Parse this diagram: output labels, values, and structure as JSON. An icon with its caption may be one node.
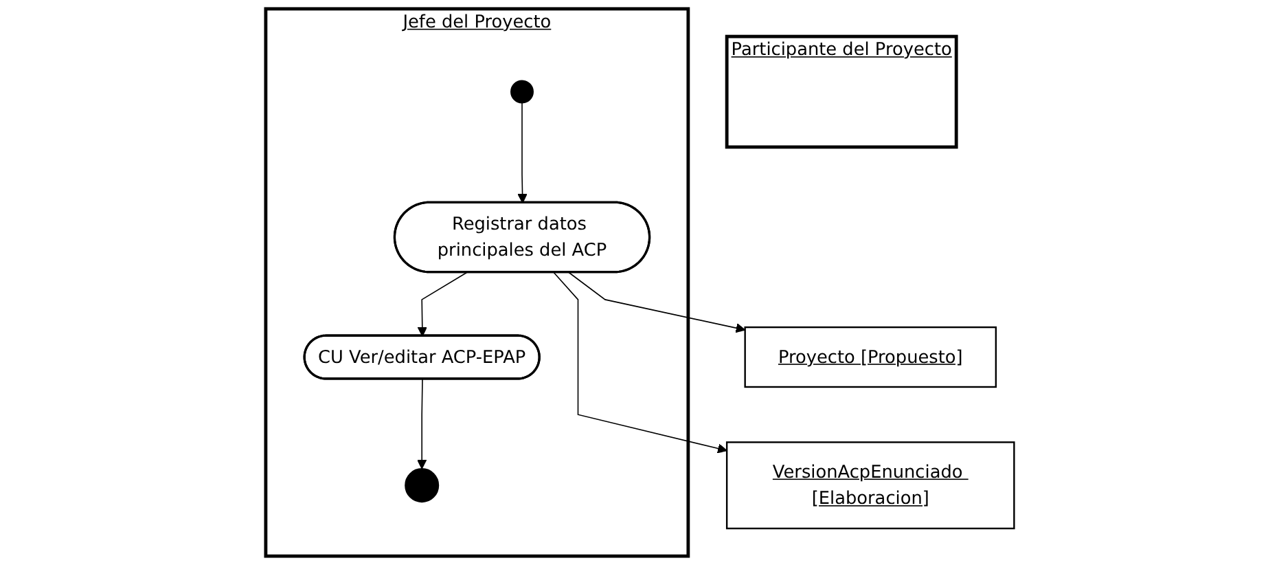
{
  "diagram": {
    "nodes": [
      {
        "text": [
          "Participante del Proyecto"
        ]
      },
      {
        "text": [
          "Jefe del Proyecto"
        ]
      },
      {
        "text": [],
        "shape": "circle",
        "in": 1
      },
      {
        "text": [
          "Registrar datos principales del ACP"
        ],
        "in": 1
      },
      {
        "text": [
          "CU Ver/editar ACP-EPAP"
        ],
        "in": 1
      },
      {
        "text": [],
        "shape": "bullseye",
        "in": 1
      },
      {
        "text": [
          "Proyecto [Propuesto]"
        ]
      },
      {
        "text": [
          "VersionAcpEnunciado [Elaboracion]"
        ]
      }
    ],
    "edges": [
      {
        "from": 2,
        "to": 3,
        "arrow": "to"
      },
      {
        "from": 3,
        "to": 6,
        "arrow": "to"
      },
      {
        "from": 3,
        "to": 7,
        "arrow": "to"
      },
      {
        "from": 3,
        "to": 4,
        "arrow": "to"
      },
      {
        "from": 4,
        "to": 5,
        "arrow": "to"
      }
    ]
  }
}
